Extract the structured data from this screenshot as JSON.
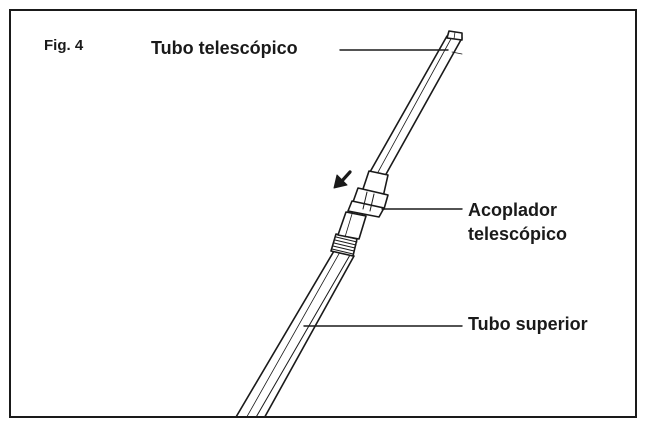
{
  "figure": {
    "fig_label": "Fig. 4",
    "labels": {
      "tubo_telescopico": "Tubo telescópico",
      "acoplador_line1": "Acoplador",
      "acoplador_line2": "telescópico",
      "tubo_superior": "Tubo superior"
    },
    "colors": {
      "stroke": "#1a1a1a",
      "background": "#ffffff"
    },
    "icons": [
      "direction-arrow-icon"
    ]
  }
}
